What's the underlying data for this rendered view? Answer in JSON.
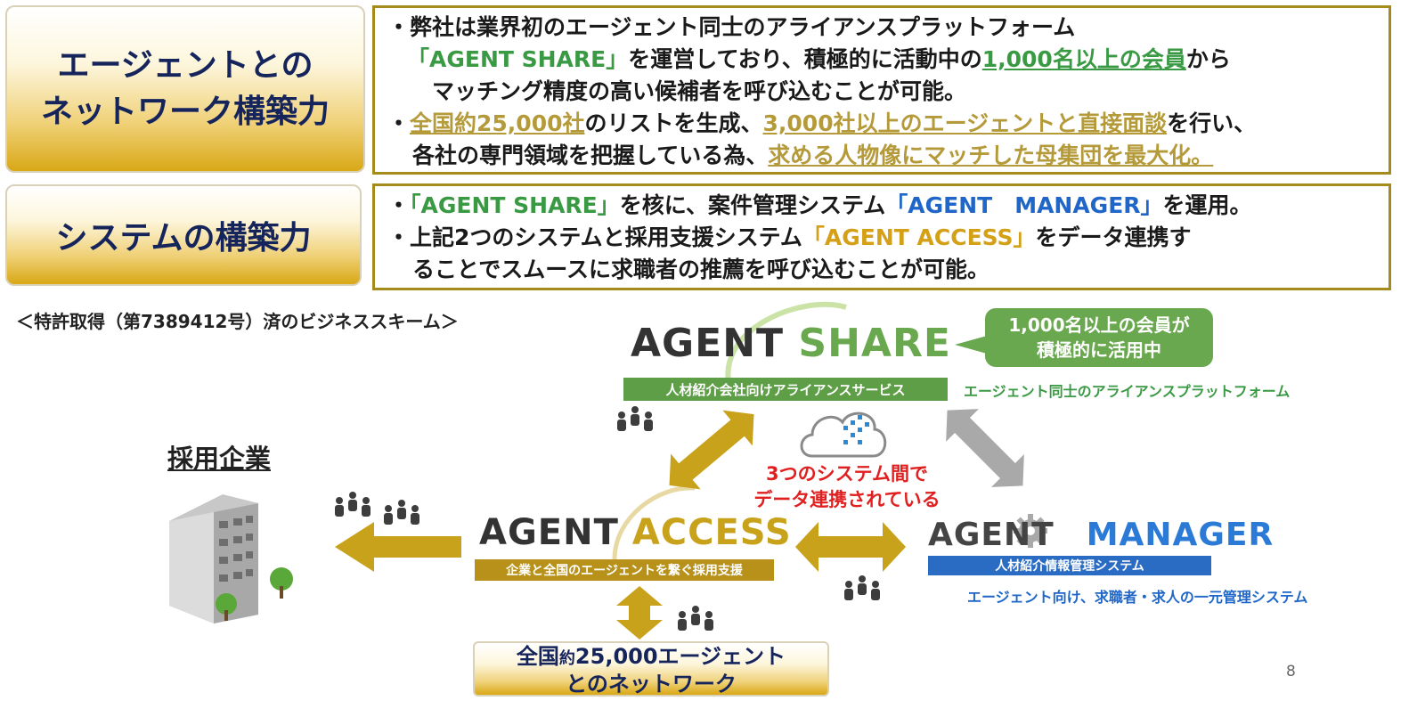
{
  "label_network": [
    "エージェントとの",
    "ネットワーク構築力"
  ],
  "label_system": "システムの構築力",
  "network_lines": {
    "l1": "・弊社は業界初のエージェント同士のアライアンスプラットフォーム",
    "l2_a": "「AGENT SHARE」",
    "l2_b": "を運営しており、積極的に活動中の",
    "l2_c": "1,000名以上の会員",
    "l2_d": "から",
    "l3": "マッチング精度の高い候補者を呼び込むことが可能。",
    "l4_a": "・",
    "l4_b": "全国約25,000社",
    "l4_c": "のリストを生成、",
    "l4_d": "3,000社以上のエージェントと直接面談",
    "l4_e": "を行い、",
    "l5_a": "各社の専門領域を把握している為、",
    "l5_b": "求める人物像にマッチした母集団を最大化。"
  },
  "system_lines": {
    "l1_a": "・",
    "l1_b": "「AGENT SHARE」",
    "l1_c": "を核に、案件管理システム",
    "l1_d": "「AGENT　MANAGER」",
    "l1_e": "を運用。",
    "l2_a": "・上記2つのシステムと採用支援システム",
    "l2_b": "「AGENT ACCESS」",
    "l2_c": "をデータ連携す",
    "l3": "ることでスムースに求職者の推薦を呼び込むことが可能。"
  },
  "patent_note": "＜特許取得（第7389412号）済のビジネススキーム＞",
  "share": {
    "logo_a": "AGENT",
    "logo_b": "SHARE",
    "band": "人材紹介会社向けアライアンスサービス",
    "caption": "エージェント同士のアライアンスプラットフォーム",
    "bubble": [
      "1,000名以上の会員が",
      "積極的に活用中"
    ]
  },
  "access": {
    "logo_a": "AGENT",
    "logo_b": "ACCESS",
    "band": "企業と全国のエージェントを繋ぐ採用支援"
  },
  "manager": {
    "logo_a": "AGENT",
    "logo_b": "MANAGER",
    "band": "人材紹介情報管理システム",
    "caption": "エージェント向け、求職者・求人の一元管理システム"
  },
  "center_text": [
    "3つのシステム間で",
    "データ連携されている"
  ],
  "company_label": "採用企業",
  "footer_box": {
    "a": "全国",
    "b": "約",
    "c": "25,000エージェント",
    "d": "とのネットワーク"
  },
  "page_number": "8",
  "colors": {
    "navy": "#16245c",
    "gold": "#c9a21b",
    "green": "#3a9a44",
    "blue": "#1f66c8",
    "red": "#e02020"
  },
  "icons": [
    "people-icon",
    "cloud-data-icon",
    "building-icon",
    "gear-icon"
  ]
}
